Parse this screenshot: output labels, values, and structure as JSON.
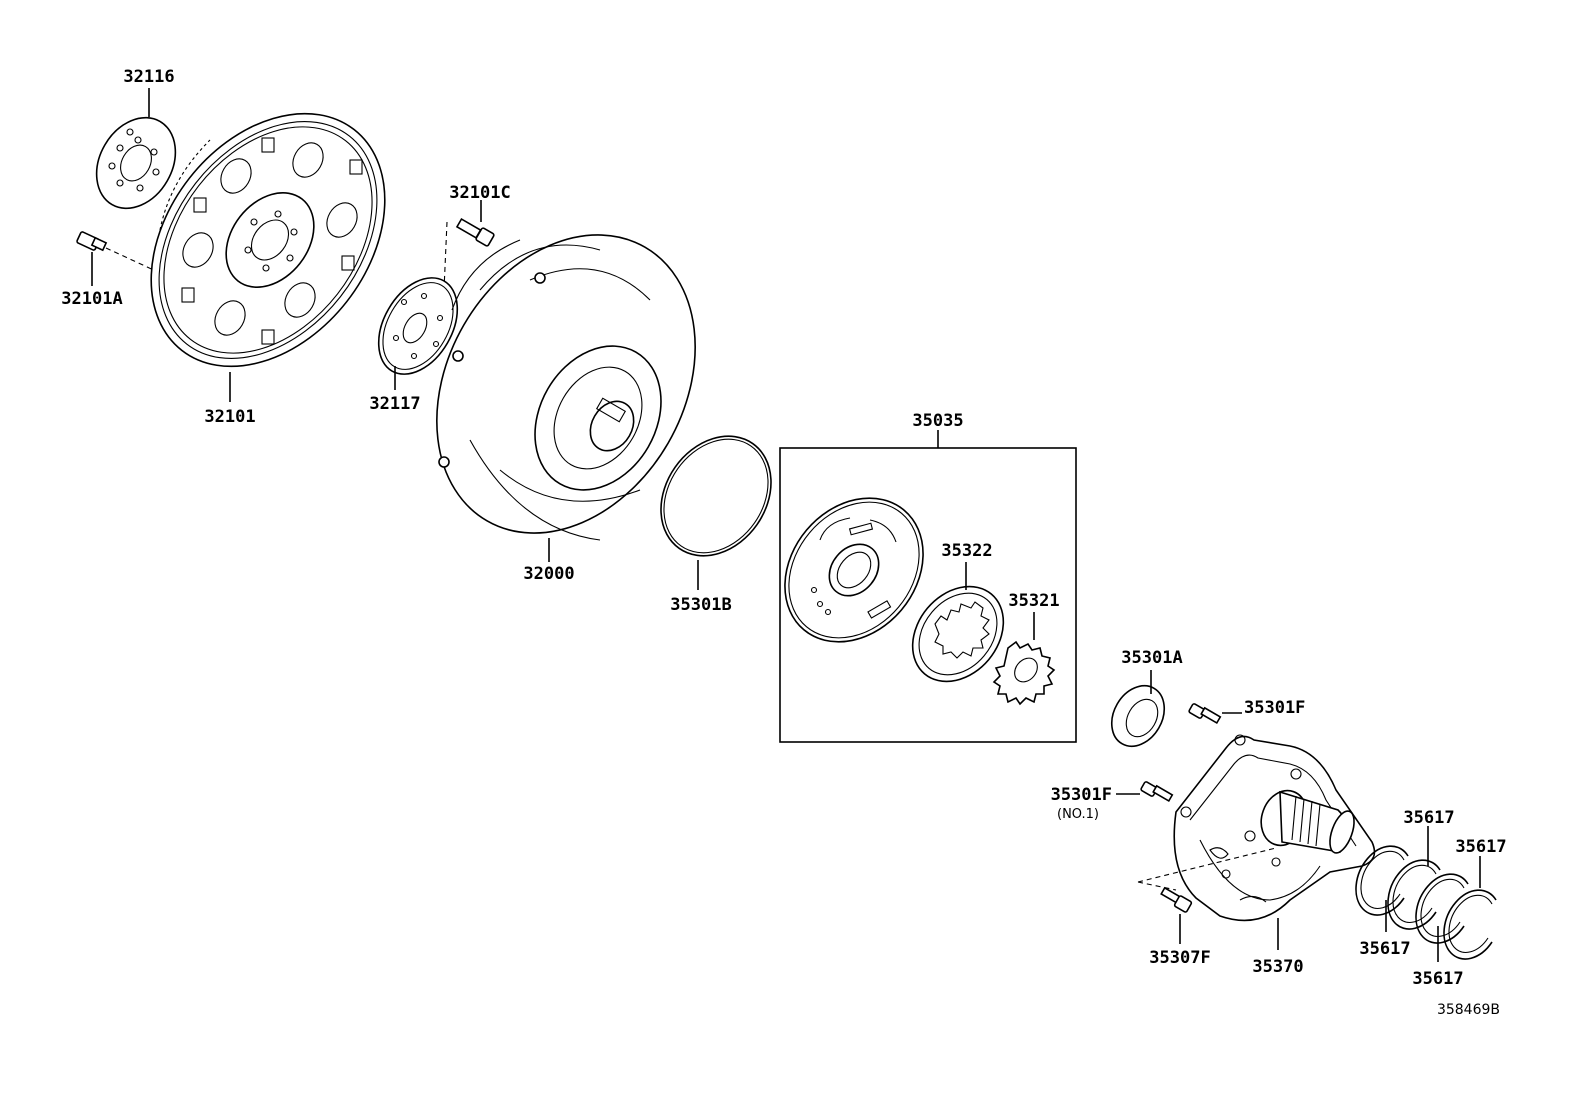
{
  "parts": {
    "p32116": "32116",
    "p32101A": "32101A",
    "p32101": "32101",
    "p32101C": "32101C",
    "p32117": "32117",
    "p32000": "32000",
    "p35301B": "35301B",
    "p35035": "35035",
    "p35322": "35322",
    "p35321": "35321",
    "p35301A": "35301A",
    "p35301F_top": "35301F",
    "p35301F_mid": "35301F",
    "p35301F_note": "(NO.1)",
    "p35307F": "35307F",
    "p35370": "35370",
    "p35617_a": "35617",
    "p35617_b": "35617",
    "p35617_c": "35617",
    "p35617_d": "35617"
  },
  "diagram_id": "358469B"
}
